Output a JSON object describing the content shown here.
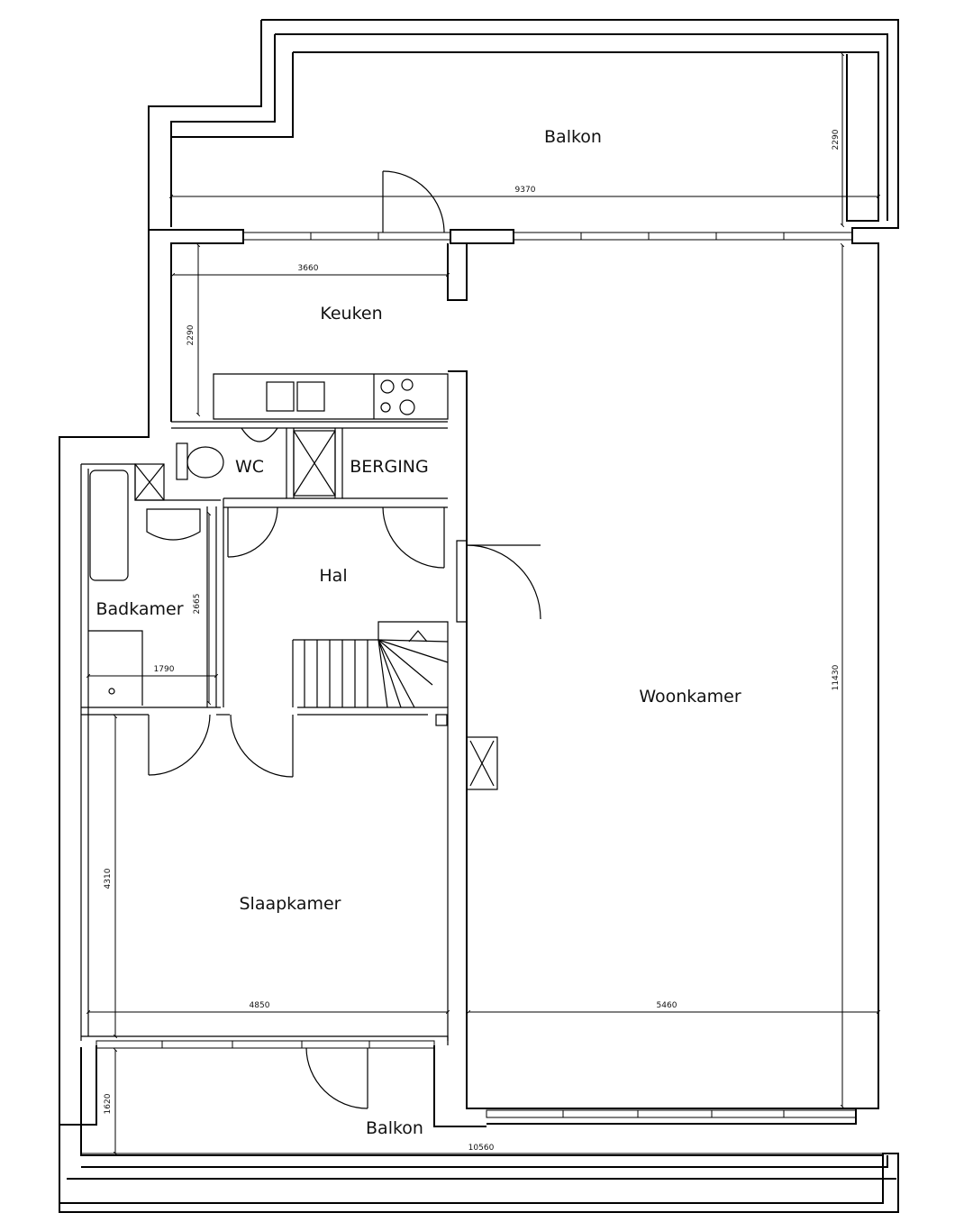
{
  "rooms": {
    "balkon_top": "Balkon",
    "keuken": "Keuken",
    "wc": "WC",
    "berging": "BERGING",
    "hal": "Hal",
    "badkamer": "Badkamer",
    "woonkamer": "Woonkamer",
    "slaapkamer": "Slaapkamer",
    "balkon_bottom": "Balkon"
  },
  "dimensions": {
    "balkon_top_width": "9370",
    "balkon_top_depth": "2290",
    "keuken_width": "3660",
    "keuken_depth": "2290",
    "badkamer_width": "1790",
    "badkamer_depth": "2665",
    "woonkamer_depth": "11430",
    "woonkamer_width": "5460",
    "slaapkamer_depth": "4310",
    "slaapkamer_width": "4850",
    "balkon_bottom_depth": "1620",
    "balkon_bottom_width": "10560"
  },
  "colors": {
    "ink": "#000000",
    "paper": "#ffffff"
  }
}
